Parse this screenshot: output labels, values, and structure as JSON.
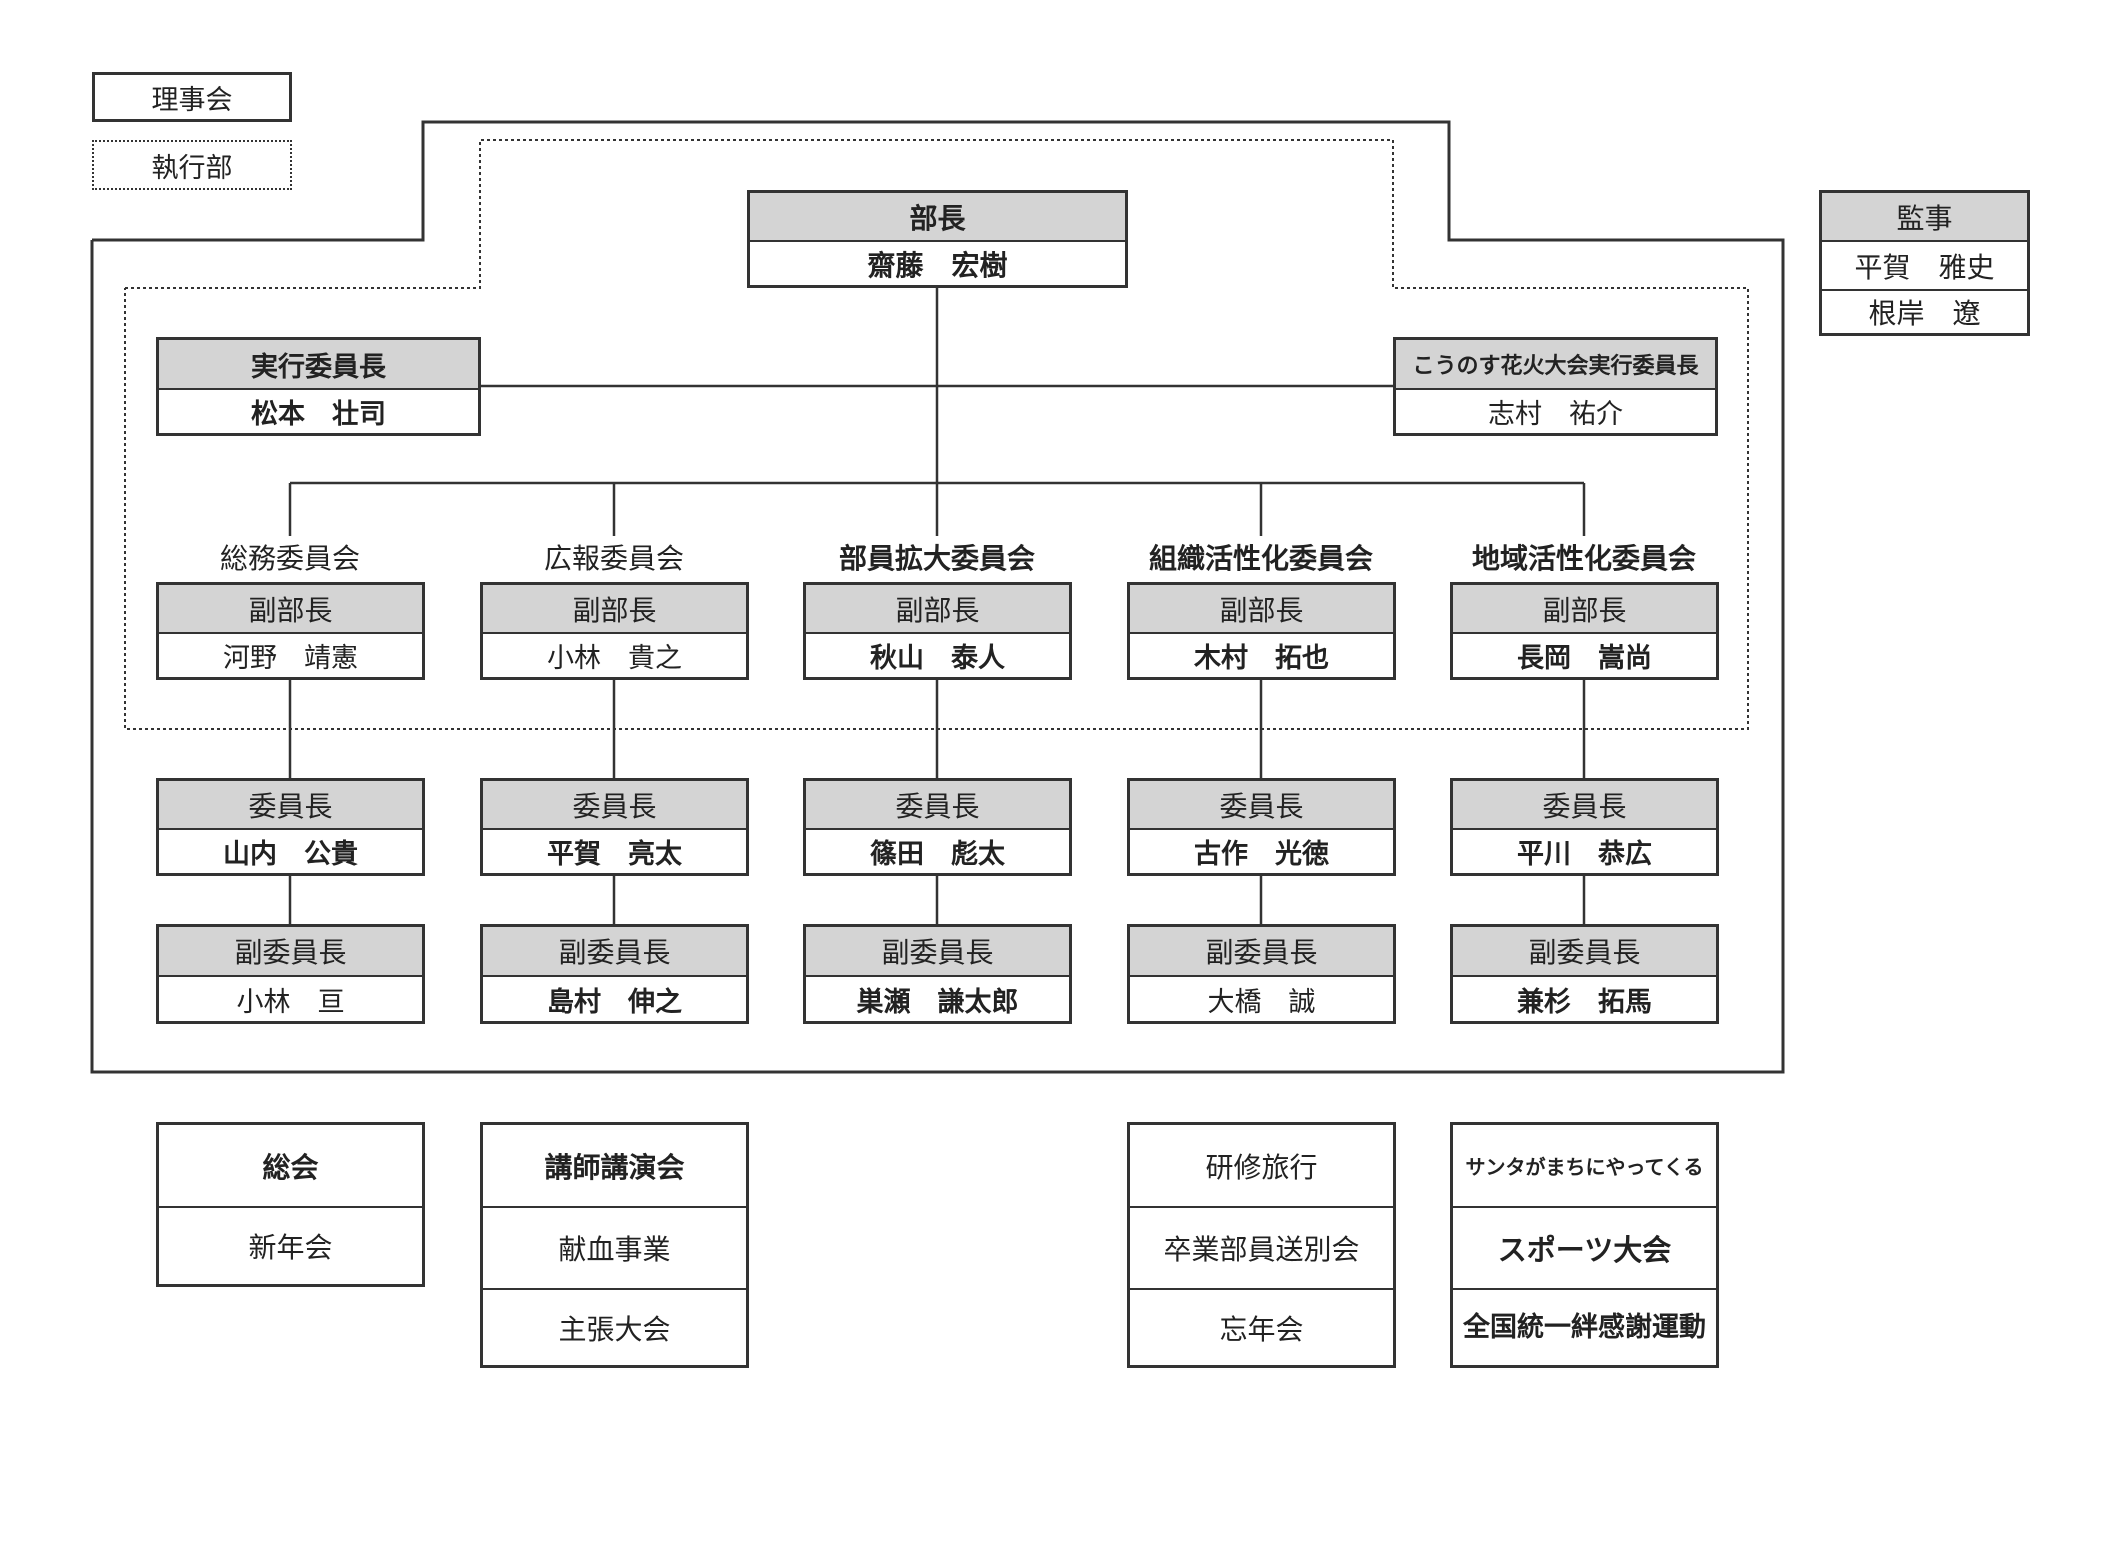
{
  "legend": {
    "board": "理事会",
    "executive": "執行部"
  },
  "director": {
    "title": "部長",
    "name": "齋藤　宏樹"
  },
  "auditors": {
    "title": "監事",
    "members": [
      "平賀　雅史",
      "根岸　遼"
    ]
  },
  "exec_chair": {
    "title": "実行委員長",
    "name": "松本　壮司"
  },
  "fireworks_chair": {
    "title": "こうのす花火大会実行委員長",
    "name": "志村　祐介"
  },
  "committees": [
    {
      "name": "総務委員会",
      "vice_director_title": "副部長",
      "vice_director": "河野　靖憲",
      "chair_title": "委員長",
      "chair": "山内　公貴",
      "vice_chair_title": "副委員長",
      "vice_chair": "小林　亘"
    },
    {
      "name": "広報委員会",
      "vice_director_title": "副部長",
      "vice_director": "小林　貴之",
      "chair_title": "委員長",
      "chair": "平賀　亮太",
      "vice_chair_title": "副委員長",
      "vice_chair": "島村　伸之"
    },
    {
      "name": "部員拡大委員会",
      "vice_director_title": "副部長",
      "vice_director": "秋山　泰人",
      "chair_title": "委員長",
      "chair": "篠田　彪太",
      "vice_chair_title": "副委員長",
      "vice_chair": "巣瀬　謙太郎"
    },
    {
      "name": "組織活性化委員会",
      "vice_director_title": "副部長",
      "vice_director": "木村　拓也",
      "chair_title": "委員長",
      "chair": "古作　光徳",
      "vice_chair_title": "副委員長",
      "vice_chair": "大橋　誠"
    },
    {
      "name": "地域活性化委員会",
      "vice_director_title": "副部長",
      "vice_director": "長岡　嵩尚",
      "chair_title": "委員長",
      "chair": "平川　恭広",
      "vice_chair_title": "副委員長",
      "vice_chair": "兼杉　拓馬"
    }
  ],
  "events": [
    [
      "総会",
      "新年会"
    ],
    [
      "講師講演会",
      "献血事業",
      "主張大会"
    ],
    [
      "研修旅行",
      "卒業部員送別会",
      "忘年会"
    ],
    [
      "サンタがまちにやってくる",
      "スポーツ大会",
      "全国統一絆感謝運動"
    ]
  ]
}
